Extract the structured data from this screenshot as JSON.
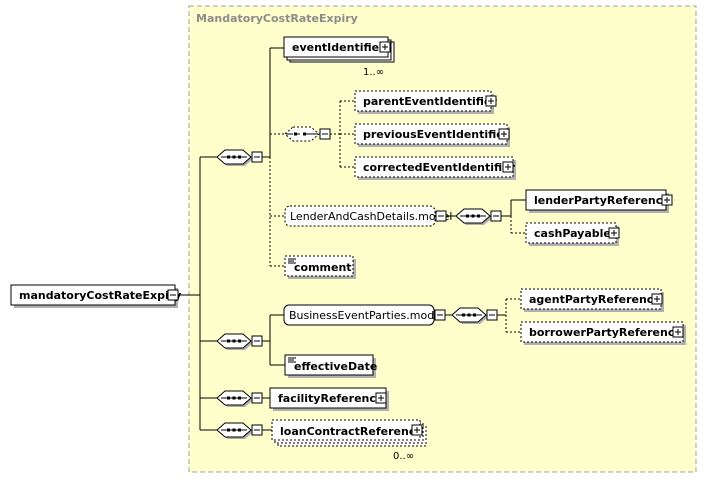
{
  "group": {
    "label": "MandatoryCostRateExpiry"
  },
  "root": {
    "label": "mandatoryCostRateExpiry"
  },
  "elements": {
    "event_identifier": {
      "label": "eventIdentifier",
      "cardinality": "1..∞"
    },
    "parent_event_identifier": {
      "label": "parentEventIdentifier"
    },
    "previous_event_identifier": {
      "label": "previousEventIdentifier"
    },
    "corrected_event_identifier": {
      "label": "correctedEventIdentifier"
    },
    "lender_and_cash_model": {
      "label": "LenderAndCashDetails.model"
    },
    "lender_party_reference": {
      "label": "lenderPartyReference"
    },
    "cash_payable": {
      "label": "cashPayable"
    },
    "comment": {
      "label": "comment"
    },
    "business_event_parties_model": {
      "label": "BusinessEventParties.model"
    },
    "agent_party_reference": {
      "label": "agentPartyReference"
    },
    "borrower_party_reference": {
      "label": "borrowerPartyReference"
    },
    "effective_date": {
      "label": "effectiveDate"
    },
    "facility_reference": {
      "label": "facilityReference"
    },
    "loan_contract_reference": {
      "label": "loanContractReference",
      "cardinality": "0..∞"
    }
  },
  "colors": {
    "group_fill": "#ffffcc",
    "group_border": "#a0a0a0",
    "box_fill": "#ffffff",
    "shadow": "#b0b0b0"
  }
}
